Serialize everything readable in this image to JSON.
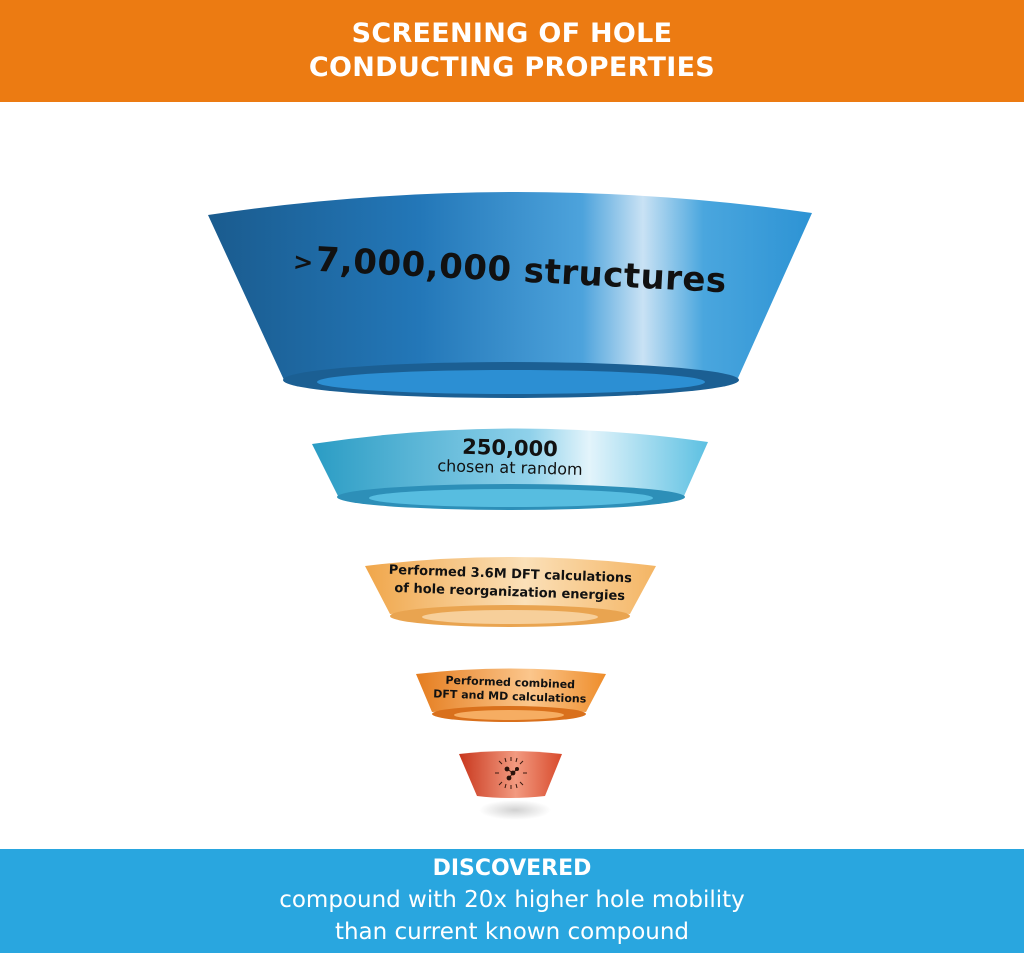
{
  "header": {
    "line1": "SCREENING OF HOLE",
    "line2": "CONDUCTING PROPERTIES"
  },
  "stages": {
    "s1": {
      "prefix": ">",
      "text": "7,000,000 structures"
    },
    "s2": {
      "count": "250,000",
      "detail": "chosen at random"
    },
    "s3": {
      "line1": "Performed 3.6M DFT calculations",
      "line2": "of hole reorganization energies"
    },
    "s4": {
      "line1": "Performed combined",
      "line2": "DFT and MD calculations"
    },
    "s5": {
      "icon": "molecule-icon"
    }
  },
  "footer": {
    "title": "DISCOVERED",
    "line1": "compound with 20x higher hole mobility",
    "line2": "than current known compound"
  },
  "colors": {
    "header": "#ec7b12",
    "footer": "#29a6df",
    "stage1": "#2380c4",
    "stage2": "#4bb8d8",
    "stage3": "#f3b463",
    "stage4": "#ed8c2a",
    "stage5": "#d9452a"
  }
}
